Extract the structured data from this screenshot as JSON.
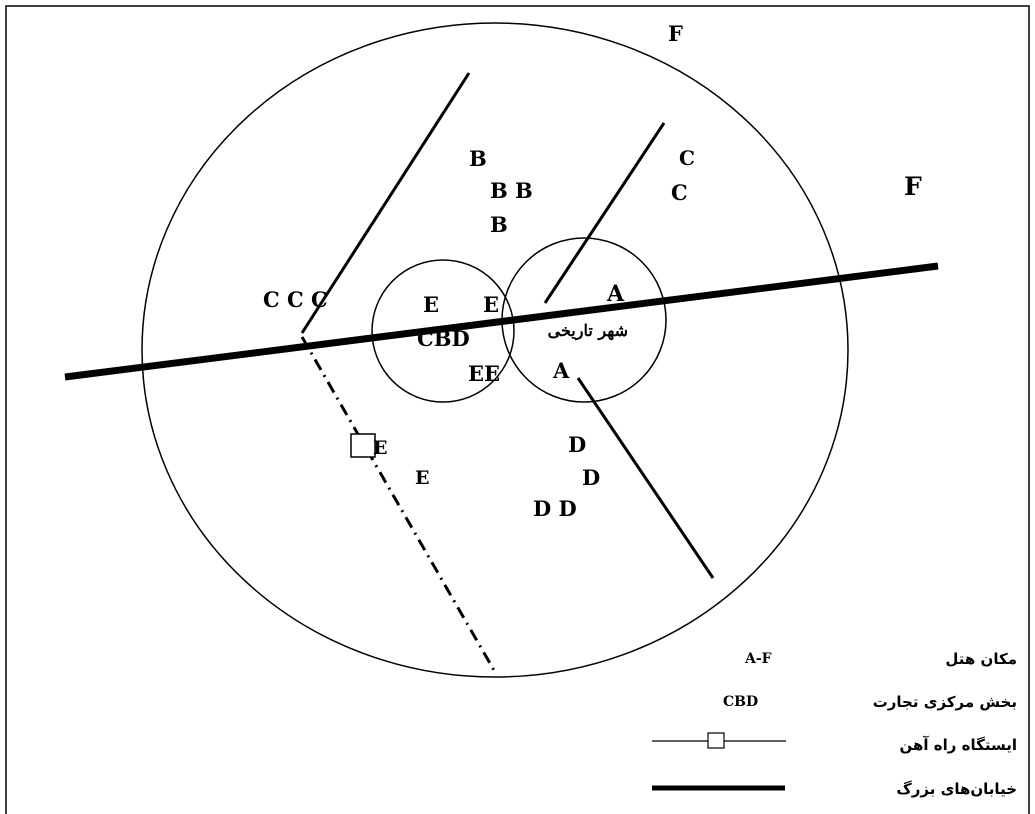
{
  "labels": {
    "historic_city": "شهر تاریخی",
    "cbd": "CBD",
    "f_top": "F",
    "f_right": "F",
    "a_upper": "A",
    "a_lower": "A",
    "b1": "B",
    "b2": "B B",
    "b3": "B",
    "c_right_1": "C",
    "c_right_2": "C",
    "c_left": "C C C",
    "e_left": "E",
    "e_right": "E",
    "ee": "EE",
    "e_station": "E",
    "e_lone": "E",
    "d1": "D",
    "d2": "D",
    "d3": "D D"
  },
  "legend": {
    "hotel_location": {
      "key": "A-F",
      "label": "مکان هتل"
    },
    "business_district": {
      "key": "CBD",
      "label": "بخش مرکزی تجارت"
    },
    "railway_station": {
      "label": "ایستگاه راه آهن"
    },
    "major_streets": {
      "label": "خیابان‌های بزرگ"
    }
  }
}
